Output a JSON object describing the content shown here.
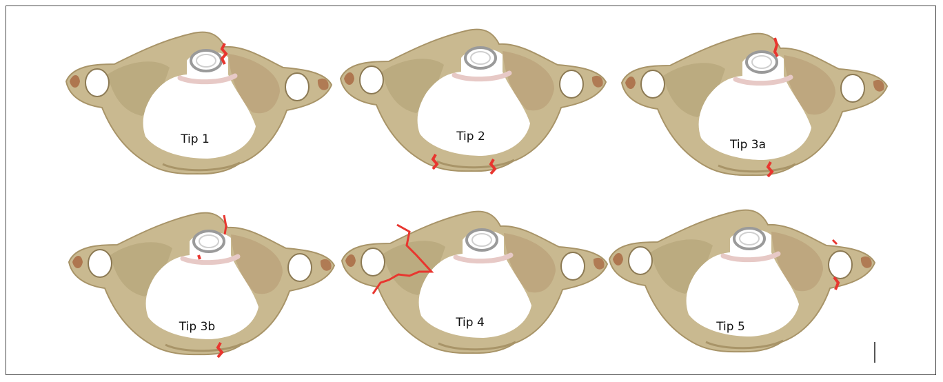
{
  "panels": [
    {
      "label": "Tip 1"
    },
    {
      "label": "Tip 2"
    },
    {
      "label": "Tip 3a"
    },
    {
      "label": "Tip 3b"
    },
    {
      "label": "Tip 4"
    },
    {
      "label": "Tip 5"
    }
  ],
  "colors": {
    "bone": "#c9b990",
    "bone_dark": "#a89468",
    "bone_shadow": "#8c7a54",
    "facet_rust": "#a0522d",
    "fracture": "#e8362f",
    "ligament": "#e7c9c6",
    "dens_ring": "#9a9a9a"
  }
}
